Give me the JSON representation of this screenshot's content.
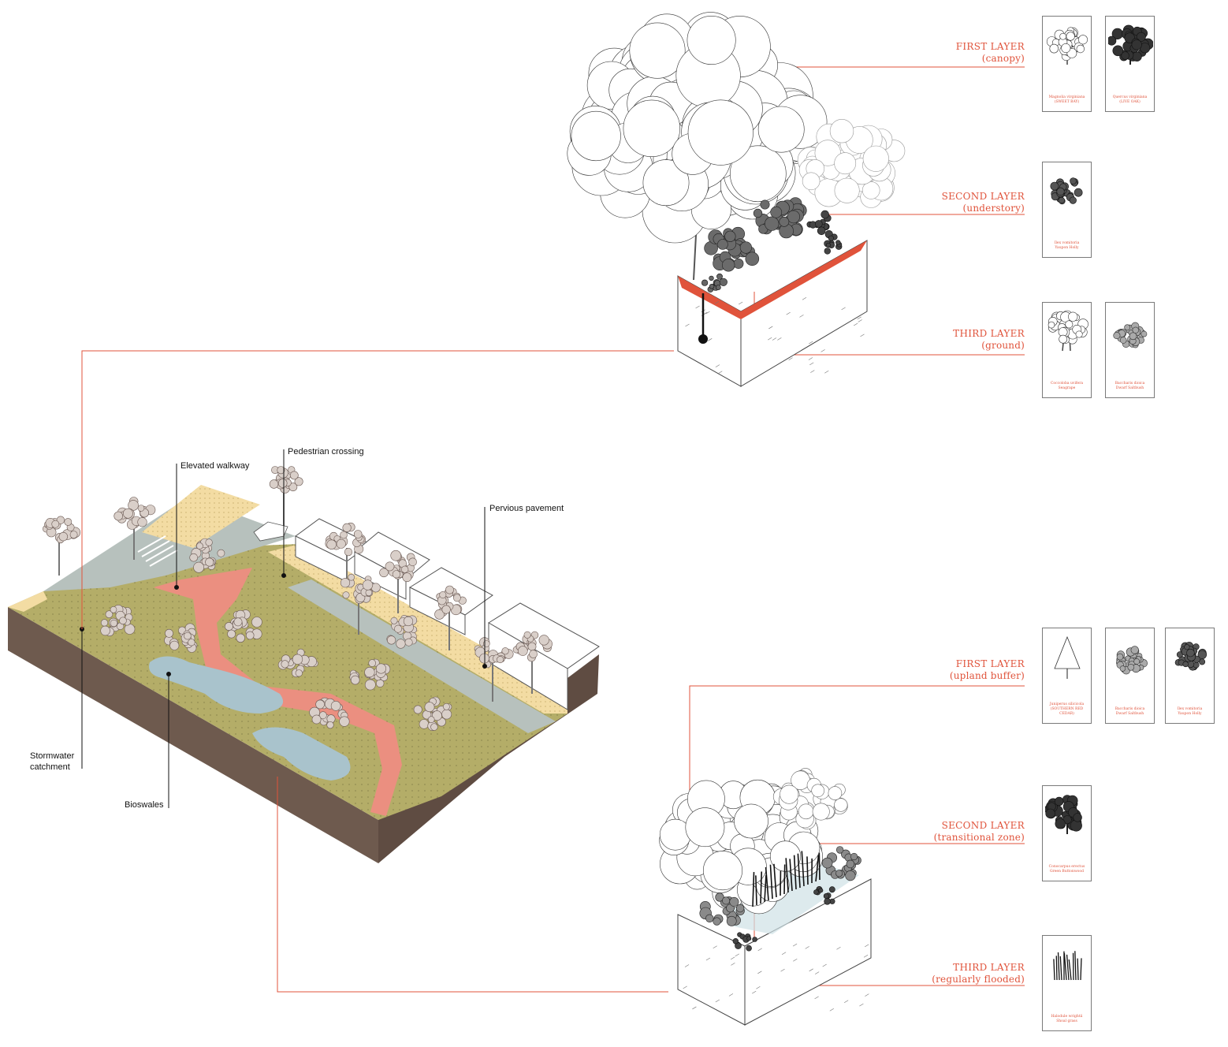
{
  "site_labels": {
    "pedestrian_crossing": "Pedestrian crossing",
    "elevated_walkway": "Elevated walkway",
    "pervious_pavement": "Pervious pavement",
    "stormwater_catchment_line1": "Stormwater",
    "stormwater_catchment_line2": "catchment",
    "bioswales": "Bioswales"
  },
  "upper_block": {
    "layers": [
      {
        "title": "FIRST LAYER",
        "sub": "(canopy)"
      },
      {
        "title": "SECOND LAYER",
        "sub": "(understory)"
      },
      {
        "title": "THIRD LAYER",
        "sub": "(ground)"
      }
    ],
    "cards": [
      {
        "icon": "tree-canopy-icon",
        "line1": "Magnolia virginiana",
        "line2": "(SWEET BAY)"
      },
      {
        "icon": "live-oak-icon",
        "line1": "Quercus virginiana",
        "line2": "(LIVE OAK)"
      },
      {
        "icon": "shrub-round-icon",
        "line1": "Ilex vomitoria",
        "line2": "Yaupon Holly"
      },
      {
        "icon": "seagrape-icon",
        "line1": "Coccoloba uvifera",
        "line2": "Seagrape"
      },
      {
        "icon": "shrub-icon",
        "line1": "Baccharis dioica",
        "line2": "Dwarf Saltbush"
      }
    ]
  },
  "lower_block": {
    "layers": [
      {
        "title": "FIRST LAYER",
        "sub": "(upland buffer)"
      },
      {
        "title": "SECOND LAYER",
        "sub": "(transitional zone)"
      },
      {
        "title": "THIRD LAYER",
        "sub": "(regularly flooded)"
      }
    ],
    "cards": [
      {
        "icon": "cedar-icon",
        "line1": "Juniperus silicicola",
        "line2": "(SOUTHERN RED CEDAR)"
      },
      {
        "icon": "shrub-icon",
        "line1": "Baccharis dioica",
        "line2": "Dwarf Saltbush"
      },
      {
        "icon": "shrub-round-icon",
        "line1": "Ilex vomitoria",
        "line2": "Yaupon Holly"
      },
      {
        "icon": "buttonwood-icon",
        "line1": "Conocarpus erectus",
        "line2": "Green Buttonwood"
      },
      {
        "icon": "grass-icon",
        "line1": "Halodule wrightii",
        "line2": "Shoal grass"
      }
    ]
  },
  "colors": {
    "accent": "#e0533b",
    "soil": "#6e5a4e",
    "grass": "#b4ad68",
    "water": "#a9c3cc",
    "path": "#eb8f80",
    "road": "#b7c1bd",
    "sand": "#f3dca3"
  }
}
